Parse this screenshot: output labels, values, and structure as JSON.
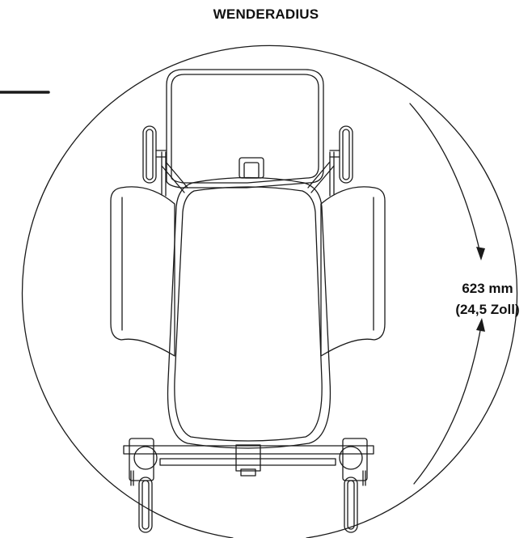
{
  "title": "WENDERADIUS",
  "dimension": {
    "value": "623 mm",
    "imperial": "(24,5 Zoll)"
  },
  "colors": {
    "line": "#1a1a1a",
    "background": "#ffffff"
  }
}
